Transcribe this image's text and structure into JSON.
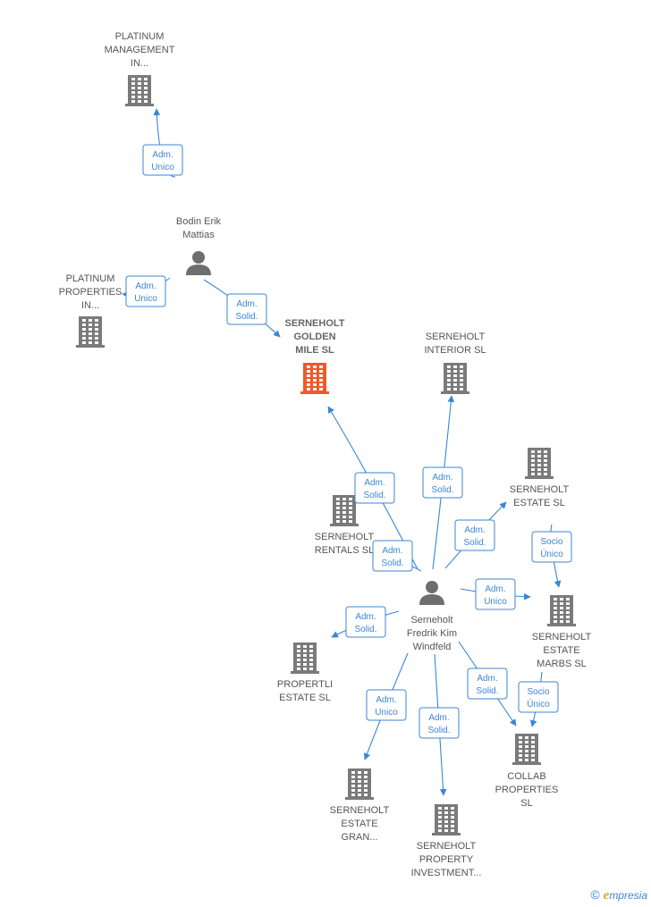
{
  "nodes": [
    {
      "id": "platinum-management",
      "type": "company",
      "label": [
        "PLATINUM",
        "MANAGEMENT",
        "IN..."
      ],
      "main": false
    },
    {
      "id": "bodin",
      "type": "person",
      "label": [
        "Bodin Erik",
        "Mattias"
      ]
    },
    {
      "id": "platinum-properties",
      "type": "company",
      "label": [
        "PLATINUM",
        "PROPERTIES",
        "IN..."
      ],
      "main": false
    },
    {
      "id": "serneholt-golden-mile",
      "type": "company",
      "label": [
        "SERNEHOLT",
        "GOLDEN",
        "MILE  SL"
      ],
      "main": true
    },
    {
      "id": "serneholt-interior",
      "type": "company",
      "label": [
        "SERNEHOLT",
        "INTERIOR  SL"
      ],
      "main": false
    },
    {
      "id": "serneholt-estate",
      "type": "company",
      "label": [
        "SERNEHOLT",
        "ESTATE  SL"
      ],
      "main": false
    },
    {
      "id": "serneholt-rentals",
      "type": "company",
      "label": [
        "SERNEHOLT",
        "RENTALS  SL"
      ],
      "main": false
    },
    {
      "id": "serneholt-fredrik",
      "type": "person",
      "label": [
        "Serneholt",
        "Fredrik Kim",
        "Windfeld"
      ]
    },
    {
      "id": "serneholt-estate-marbs",
      "type": "company",
      "label": [
        "SERNEHOLT",
        "ESTATE",
        "MARBS  SL"
      ],
      "main": false
    },
    {
      "id": "propertli-estate",
      "type": "company",
      "label": [
        "PROPERTLI",
        "ESTATE  SL"
      ],
      "main": false
    },
    {
      "id": "collab-properties",
      "type": "company",
      "label": [
        "COLLAB",
        "PROPERTIES",
        "SL"
      ],
      "main": false
    },
    {
      "id": "serneholt-estate-gran",
      "type": "company",
      "label": [
        "SERNEHOLT",
        "ESTATE",
        "GRAN..."
      ],
      "main": false
    },
    {
      "id": "serneholt-property-investment",
      "type": "company",
      "label": [
        "SERNEHOLT",
        "PROPERTY",
        "INVESTMENT..."
      ],
      "main": false
    }
  ],
  "edges": [
    {
      "from": "bodin",
      "to": "platinum-management",
      "label": [
        "Adm.",
        "Unico"
      ]
    },
    {
      "from": "bodin",
      "to": "platinum-properties",
      "label": [
        "Adm.",
        "Unico"
      ]
    },
    {
      "from": "bodin",
      "to": "serneholt-golden-mile",
      "label": [
        "Adm.",
        "Solid."
      ]
    },
    {
      "from": "serneholt-fredrik",
      "to": "serneholt-golden-mile",
      "label": [
        "Adm.",
        "Solid."
      ]
    },
    {
      "from": "serneholt-fredrik",
      "to": "serneholt-interior",
      "label": [
        "Adm.",
        "Solid."
      ]
    },
    {
      "from": "serneholt-fredrik",
      "to": "serneholt-estate",
      "label": [
        "Adm.",
        "Solid."
      ]
    },
    {
      "from": "serneholt-fredrik",
      "to": "serneholt-rentals",
      "label": [
        "Adm.",
        "Solid."
      ]
    },
    {
      "from": "serneholt-estate",
      "to": "serneholt-estate-marbs",
      "label": [
        "Socio",
        "Único"
      ]
    },
    {
      "from": "serneholt-fredrik",
      "to": "serneholt-estate-marbs",
      "label": [
        "Adm.",
        "Unico"
      ]
    },
    {
      "from": "serneholt-fredrik",
      "to": "propertli-estate",
      "label": [
        "Adm.",
        "Solid."
      ]
    },
    {
      "from": "serneholt-estate-marbs",
      "to": "collab-properties",
      "label": [
        "Socio",
        "Único"
      ]
    },
    {
      "from": "serneholt-fredrik",
      "to": "collab-properties",
      "label": [
        "Adm.",
        "Solid."
      ]
    },
    {
      "from": "serneholt-fredrik",
      "to": "serneholt-estate-gran",
      "label": [
        "Adm.",
        "Unico"
      ]
    },
    {
      "from": "serneholt-fredrik",
      "to": "serneholt-property-investment",
      "label": [
        "Adm.",
        "Solid."
      ]
    }
  ],
  "colors": {
    "edge": "#3b86d4",
    "company_icon": "#7a7a7a",
    "main_company_icon": "#f05a28",
    "person_icon": "#6e6e6e"
  },
  "footer": {
    "copyright_symbol": "©",
    "brand_initial": "e",
    "brand_rest": "mpresia"
  }
}
